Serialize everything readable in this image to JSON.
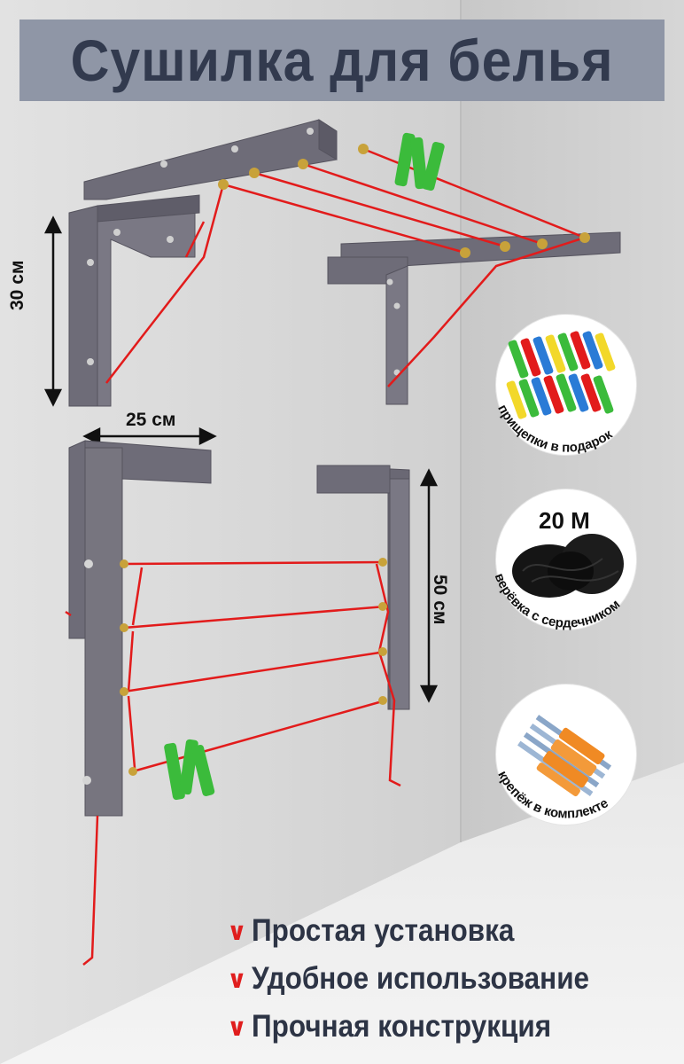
{
  "title": "Сушилка для белья",
  "dimensions": {
    "height_top": "30 см",
    "width": "25 см",
    "height_bottom": "50 см"
  },
  "badges": [
    {
      "label": "прищепки в подарок"
    },
    {
      "label": "20 М",
      "caption": "верёвка с сердечником"
    },
    {
      "label": "крепёж в комплекте"
    }
  ],
  "features": [
    {
      "tick": "∨",
      "text": "Простая установка"
    },
    {
      "tick": "∨",
      "text": "Удобное использование"
    },
    {
      "tick": "∨",
      "text": "Прочная конструкция"
    }
  ],
  "colors": {
    "metal": "#6e6c78",
    "rope": "#e21b1b",
    "clip_green": "#3bbb3b",
    "title_bg": "#8f96a6",
    "title_text": "#323a4e",
    "accent_tick": "#e01e1e"
  }
}
